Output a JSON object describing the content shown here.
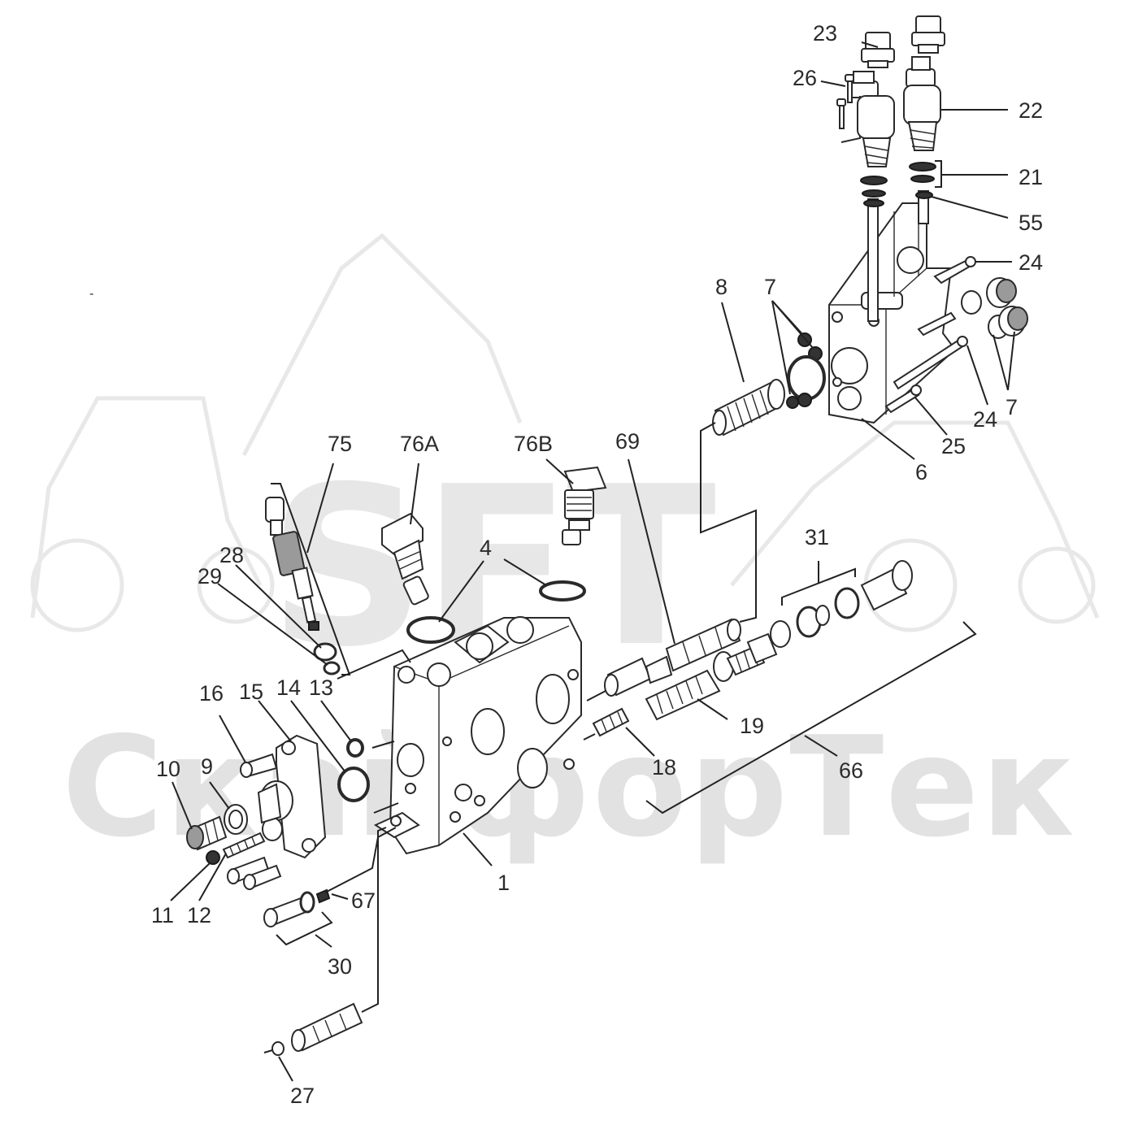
{
  "watermark": {
    "logo": "SFT",
    "text": "СкайфорТек"
  },
  "labels": [
    {
      "id": "1",
      "text": "1"
    },
    {
      "id": "4",
      "text": "4"
    },
    {
      "id": "6",
      "text": "6"
    },
    {
      "id": "7a",
      "text": "7"
    },
    {
      "id": "7b",
      "text": "7"
    },
    {
      "id": "8",
      "text": "8"
    },
    {
      "id": "9",
      "text": "9"
    },
    {
      "id": "10",
      "text": "10"
    },
    {
      "id": "11",
      "text": "11"
    },
    {
      "id": "12",
      "text": "12"
    },
    {
      "id": "13",
      "text": "13"
    },
    {
      "id": "14",
      "text": "14"
    },
    {
      "id": "15",
      "text": "15"
    },
    {
      "id": "16",
      "text": "16"
    },
    {
      "id": "18",
      "text": "18"
    },
    {
      "id": "19",
      "text": "19"
    },
    {
      "id": "21",
      "text": "21"
    },
    {
      "id": "22",
      "text": "22"
    },
    {
      "id": "23",
      "text": "23"
    },
    {
      "id": "24a",
      "text": "24"
    },
    {
      "id": "24b",
      "text": "24"
    },
    {
      "id": "25",
      "text": "25"
    },
    {
      "id": "26",
      "text": "26"
    },
    {
      "id": "27",
      "text": "27"
    },
    {
      "id": "28",
      "text": "28"
    },
    {
      "id": "29",
      "text": "29"
    },
    {
      "id": "30",
      "text": "30"
    },
    {
      "id": "31",
      "text": "31"
    },
    {
      "id": "55",
      "text": "55"
    },
    {
      "id": "66",
      "text": "66"
    },
    {
      "id": "67",
      "text": "67"
    },
    {
      "id": "69",
      "text": "69"
    },
    {
      "id": "75",
      "text": "75"
    },
    {
      "id": "76A",
      "text": "76A"
    },
    {
      "id": "76B",
      "text": "76B"
    },
    {
      "id": "dash",
      "text": "-"
    }
  ]
}
